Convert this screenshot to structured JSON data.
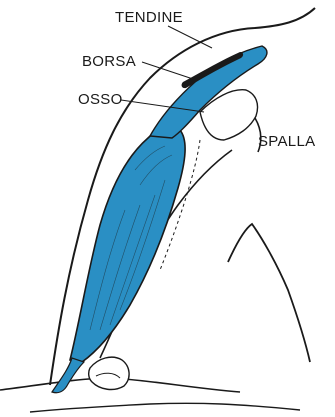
{
  "labels": {
    "tendon": "TENDINE",
    "bursa": "BORSA",
    "bone": "OSSO",
    "shoulder": "SPALLA"
  },
  "colors": {
    "tissue": "#2a8fc4",
    "ink": "#1a1a1a",
    "paper": "#ffffff"
  }
}
